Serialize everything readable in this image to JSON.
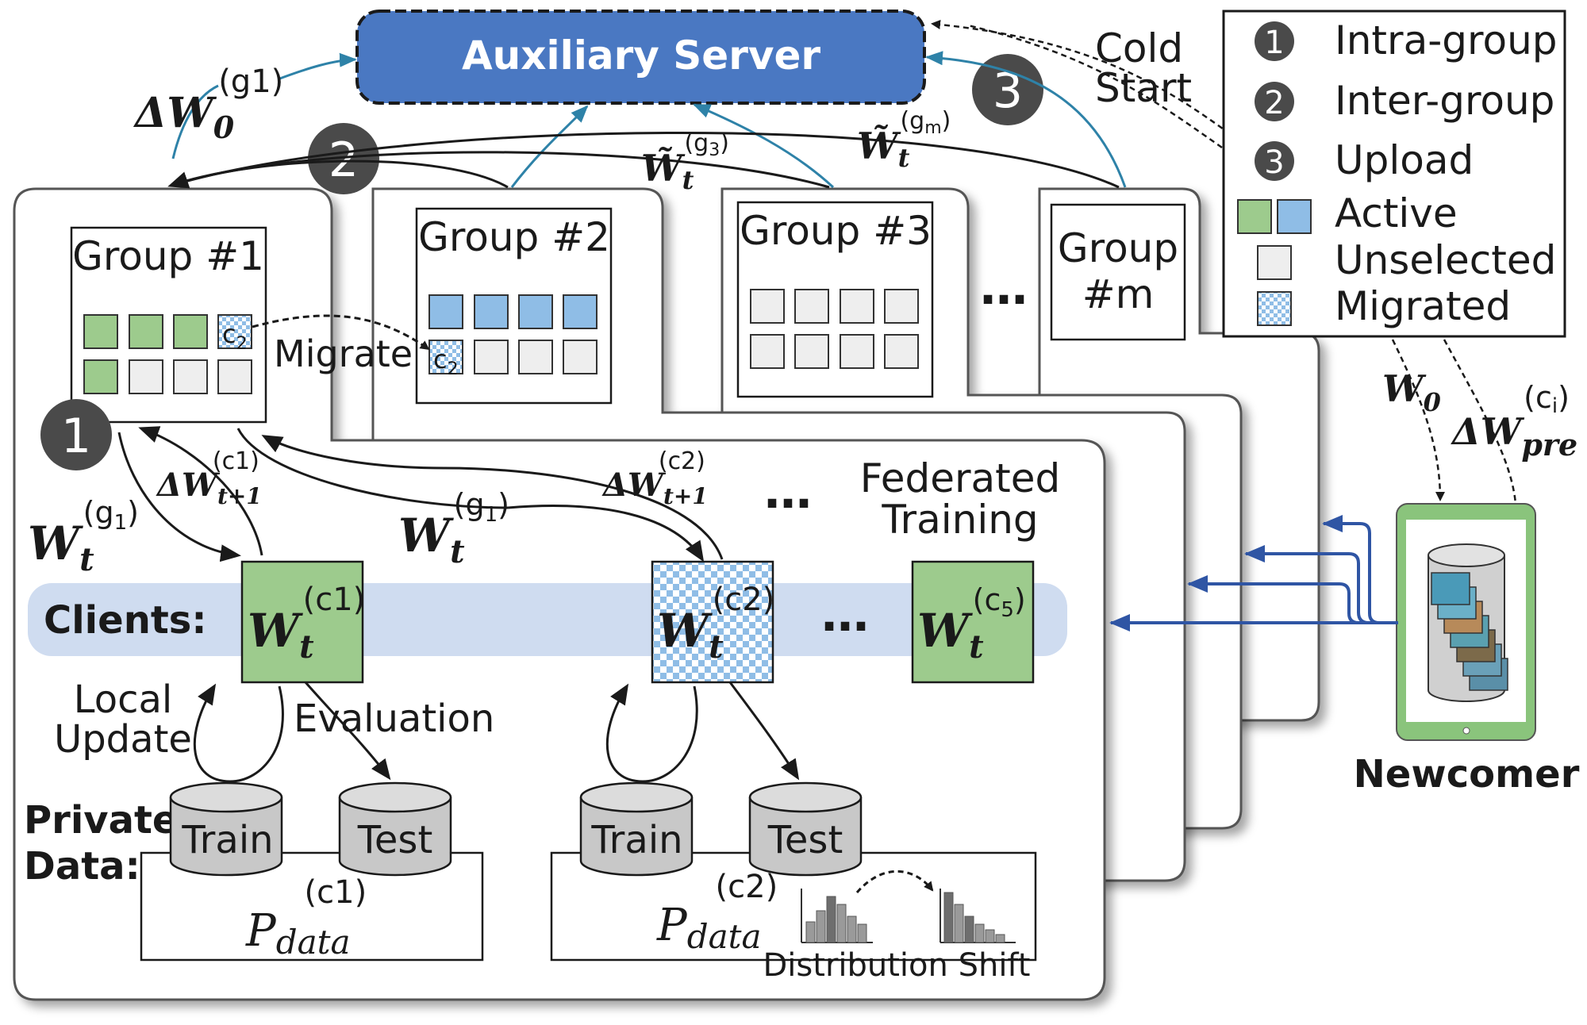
{
  "server": {
    "label": "Auxiliary Server"
  },
  "cold_start": {
    "line1": "Cold",
    "line2": "Start"
  },
  "legend": {
    "items": [
      {
        "marker": "1",
        "label": "Intra-group"
      },
      {
        "marker": "2",
        "label": "Inter-group"
      },
      {
        "marker": "3",
        "label": "Upload"
      },
      {
        "marker": "active-swatch",
        "label": "Active"
      },
      {
        "marker": "unselected-swatch",
        "label": "Unselected"
      },
      {
        "marker": "migrated-swatch",
        "label": "Migrated"
      }
    ]
  },
  "groups": [
    {
      "title": "Group #1"
    },
    {
      "title": "Group #2"
    },
    {
      "title": "Group #3"
    },
    {
      "title_line1": "Group",
      "title_line2": "#m"
    }
  ],
  "migrate_label": "Migrate",
  "client_tag": "c",
  "client_tag_sub": "2",
  "step_markers": [
    "1",
    "2",
    "3"
  ],
  "ellipsis": "…",
  "federated_training": {
    "line1": "Federated",
    "line2": "Training"
  },
  "clients_label": "Clients:",
  "local_update": {
    "line1": "Local",
    "line2": "Update"
  },
  "evaluation_label": "Evaluation",
  "private_data": {
    "line1": "Private",
    "line2": "Data:"
  },
  "db_labels": {
    "train": "Train",
    "test": "Test"
  },
  "distribution_shift_label": "Distribution Shift",
  "newcomer_label": "Newcomer",
  "math": {
    "W": "W",
    "dW": "ΔW",
    "Wtilde": "W̃",
    "sub_0": "0",
    "sub_t": "t",
    "sub_t1": "t+1",
    "sub_pre": "pre",
    "sub_data": "data",
    "P": "P",
    "sup_g1": "(g1)",
    "sup_g1b": "(g",
    "sup_g1c": "1",
    "sup_g3": "(g",
    "sup_g3c": "3",
    "sup_gm": "(g",
    "sup_gmc": "m",
    "sup_c1": "(c1)",
    "sup_c2": "(c2)",
    "sup_ci": "(c",
    "sup_cic": "i",
    "sup_c5": "(c",
    "sup_c5c": "5",
    "close": ")"
  },
  "colors": {
    "server": "#4a78c2",
    "active_green": "#9dcb8d",
    "active_blue": "#8fbde6",
    "unselected": "#eeeeee",
    "clients_band": "#cfdcf0",
    "marker": "#4a4a4a",
    "arrow_teal": "#2e82a8",
    "arrow_blue": "#2f55a4",
    "tablet": "#8ac47c"
  }
}
